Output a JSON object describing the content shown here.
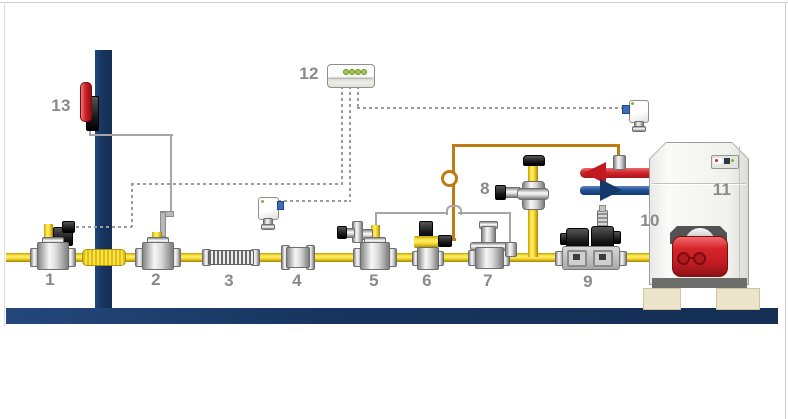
{
  "diagram": {
    "subject": "domestic-gas-installation-with-boiler",
    "background": "#ffffff"
  },
  "labels": {
    "n1": "1",
    "n2": "2",
    "n3": "3",
    "n4": "4",
    "n5": "5",
    "n6": "6",
    "n7": "7",
    "n8": "8",
    "n9": "9",
    "n10": "10",
    "n11": "11",
    "n12": "12",
    "n13": "13"
  },
  "components": [
    {
      "number": "1",
      "name": "service-shutoff-valve-with-solenoid"
    },
    {
      "number": "2",
      "name": "shutoff-valve-with-remote-actuator"
    },
    {
      "number": "3",
      "name": "flexible-corrugated-connector"
    },
    {
      "number": "4",
      "name": "pipe-coupling"
    },
    {
      "number": "5",
      "name": "valve-with-pressure-gauge"
    },
    {
      "number": "6",
      "name": "tapping-valve-with-capillary-line"
    },
    {
      "number": "7",
      "name": "gas-pressure-regulator"
    },
    {
      "number": "8",
      "name": "riser-test-valve"
    },
    {
      "number": "9",
      "name": "double-solenoid-gas-valve"
    },
    {
      "number": "10",
      "name": "burner"
    },
    {
      "number": "11",
      "name": "boiler"
    },
    {
      "number": "12",
      "name": "control-panel"
    },
    {
      "number": "13",
      "name": "emergency-stop-switch"
    }
  ],
  "control_panel": {
    "leds": 4,
    "led_color": "#a6c94c"
  },
  "colors": {
    "wall_navy": "#17355f",
    "floor_navy": "#17355f",
    "gas_pipe_yellow": "#f2d32a",
    "flow_pipe_red": "#c2191f",
    "return_pipe_blue": "#1c4a8c",
    "capillary_orange": "#bd7c14",
    "signal_line_gray": "#9c9c9c",
    "label_text_gray": "#8a8a8a",
    "burner_red": "#c21d23"
  }
}
